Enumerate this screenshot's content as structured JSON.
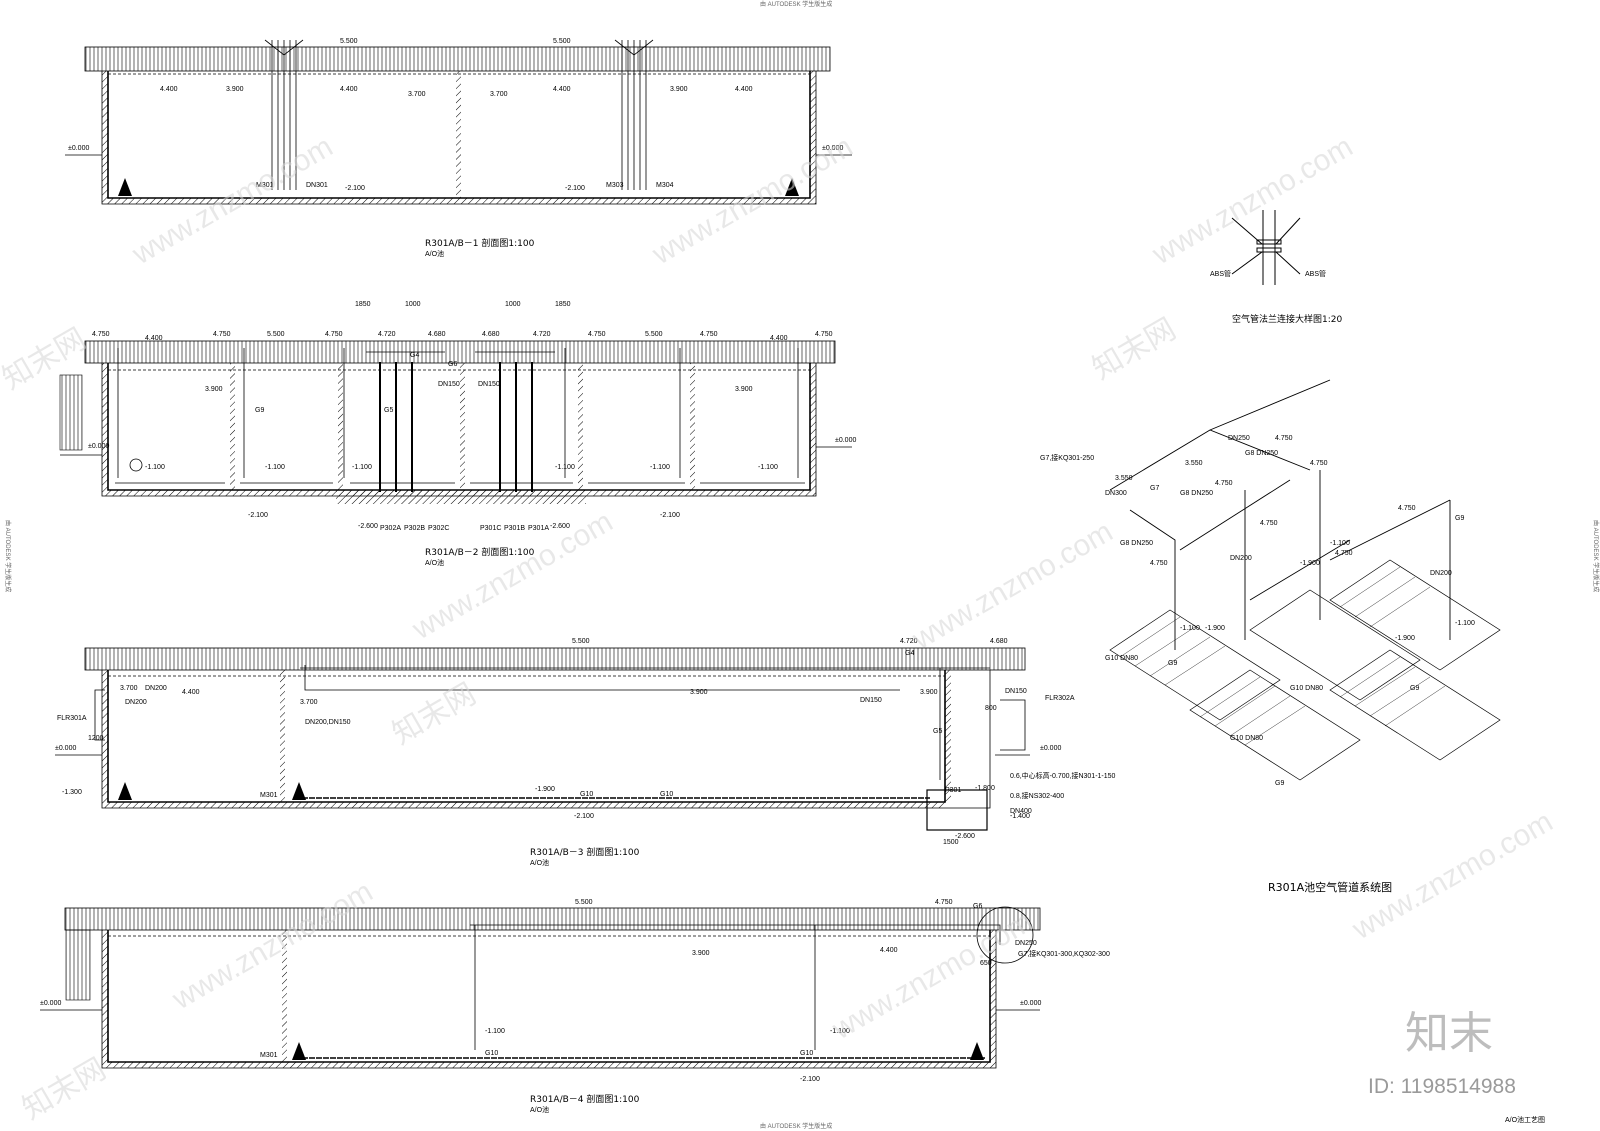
{
  "header": {
    "top": "由 AUTODESK 学生版生成",
    "side_left": "由 AUTODESK 学生版生成",
    "side_right": "由 AUTODESK 学生版生成",
    "bottom": "由 AUTODESK 学生版生成"
  },
  "section1": {
    "title": "R301A/B－1 剖面图1:100",
    "subtitle": "A/O池",
    "levels": [
      "5.500",
      "5.500",
      "4.400",
      "3.900",
      "4.400",
      "3.700",
      "3.700",
      "4.400",
      "3.900",
      "4.400",
      "±0.000",
      "±0.000",
      "-2.100",
      "-2.100"
    ],
    "tags": [
      "M301",
      "DN301",
      "M304",
      "M303"
    ]
  },
  "section2": {
    "title": "R301A/B－2 剖面图1:100",
    "subtitle": "A/O池",
    "dims": [
      "1850",
      "1000",
      "1000",
      "1850"
    ],
    "levels_top": [
      "4.750",
      "4.400",
      "4.750",
      "5.500",
      "4.750",
      "4.720",
      "4.680",
      "4.680",
      "4.720",
      "4.750",
      "5.500",
      "4.750",
      "4.400",
      "4.750"
    ],
    "levels": [
      "3.900",
      "3.900",
      "±0.000",
      "±0.000",
      "-1.100",
      "-1.100",
      "-1.100",
      "-1.100",
      "-1.100",
      "-1.100",
      "-2.100",
      "-2.100",
      "-2.600",
      "-2.600"
    ],
    "pipes": [
      "G9",
      "G5",
      "G4",
      "G6",
      "DN150",
      "DN150"
    ],
    "pumps": [
      "P302A",
      "P302B",
      "P302C",
      "P301C",
      "P301B",
      "P301A"
    ]
  },
  "section3": {
    "title": "R301A/B－3 剖面图1:100",
    "subtitle": "A/O池",
    "levels": [
      "5.500",
      "4.720",
      "4.680",
      "3.700",
      "4.400",
      "3.700",
      "3.900",
      "3.900",
      "±0.000",
      "±0.000",
      "-1.300",
      "-1.900",
      "-2.100",
      "-1.800",
      "-1.400",
      "-2.600"
    ],
    "tags": [
      "FLR301A",
      "FLR302A",
      "M301",
      "P301",
      "G10",
      "G10",
      "G5",
      "G4",
      "DN150",
      "DN150",
      "DN200",
      "DN400",
      "1500",
      "800",
      "1200"
    ],
    "notes": [
      "DN200,DN150",
      "DN200",
      "0.6,中心标高-0.700,接N301-1-150",
      "0.8,接NS302-400"
    ]
  },
  "section4": {
    "title": "R301A/B－4 剖面图1:100",
    "subtitle": "A/O池",
    "levels": [
      "5.500",
      "4.750",
      "4.400",
      "3.900",
      "±0.000",
      "±0.000",
      "-1.100",
      "-1.100",
      "-2.100"
    ],
    "tags": [
      "G10",
      "G10",
      "G6",
      "DN250",
      "M301",
      "650"
    ],
    "notes": [
      "G7,接KQ301-300,KQ302-300"
    ]
  },
  "detail": {
    "title": "空气管法兰连接大样图1:20",
    "labels": [
      "ABS管",
      "ABS管"
    ]
  },
  "iso": {
    "title": "R301A池空气管道系统图",
    "levels": [
      "4.750",
      "4.750",
      "4.750",
      "4.750",
      "4.750",
      "4.750",
      "4.750",
      "3.550",
      "3.550",
      "-1.100",
      "-1.100",
      "-1.100",
      "-1.900",
      "-1.900",
      "-1.900"
    ],
    "pipes": [
      "G7,接KQ301-250",
      "DN300",
      "G7",
      "G8 DN250",
      "G8 DN250",
      "G8 DN250",
      "G9",
      "G9",
      "G9",
      "G9",
      "G10 DN80",
      "G10 DN80",
      "G10 DN80",
      "DN200",
      "DN200",
      "DN250"
    ]
  },
  "footer": {
    "caption": "A/O池工艺图"
  },
  "watermark": {
    "site": "www.znzmo.com",
    "brand": "知末网",
    "logo": "知末",
    "id": "ID: 1198514988"
  }
}
